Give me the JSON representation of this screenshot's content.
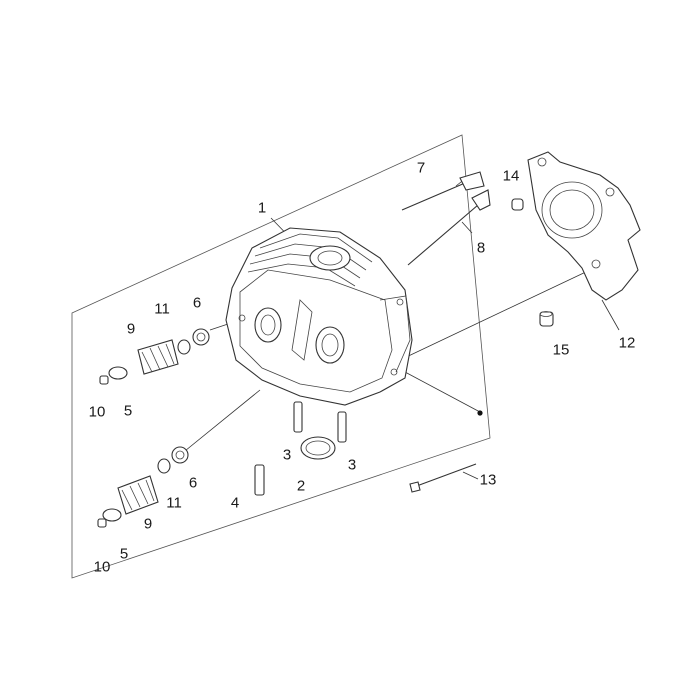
{
  "callouts": {
    "c1": "1",
    "c2": "2",
    "c3a": "3",
    "c3b": "3",
    "c4": "4",
    "c5a": "5",
    "c5b": "5",
    "c6a": "6",
    "c6b": "6",
    "c7": "7",
    "c8": "8",
    "c9a": "9",
    "c9b": "9",
    "c10a": "10",
    "c10b": "10",
    "c11a": "11",
    "c11b": "11",
    "c12": "12",
    "c13": "13",
    "c14": "14",
    "c15": "15"
  },
  "colors": {
    "line": "#333333",
    "background": "#ffffff"
  }
}
